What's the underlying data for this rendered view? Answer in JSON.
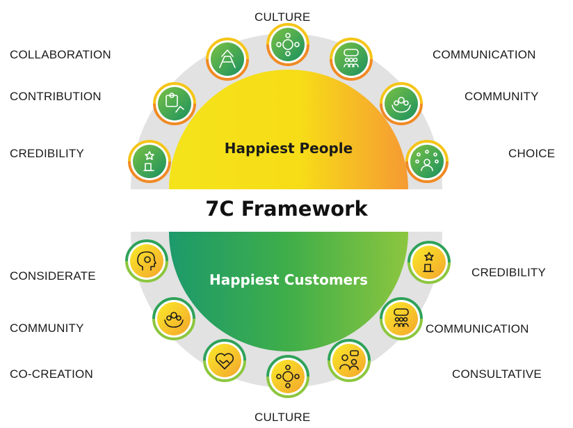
{
  "title": "7C Framework",
  "top_half": {
    "heading": "Happiest People",
    "items": [
      {
        "label": "CULTURE",
        "icon": "network-people-icon"
      },
      {
        "label": "COLLABORATION",
        "icon": "hands-together-icon"
      },
      {
        "label": "COMMUNICATION",
        "icon": "group-chat-icon"
      },
      {
        "label": "CONTRIBUTION",
        "icon": "puzzle-hand-icon"
      },
      {
        "label": "COMMUNITY",
        "icon": "hands-community-icon"
      },
      {
        "label": "CREDIBILITY",
        "icon": "hand-star-icon"
      },
      {
        "label": "CHOICE",
        "icon": "person-choices-icon"
      }
    ]
  },
  "bottom_half": {
    "heading": "Happiest Customers",
    "items": [
      {
        "label": "CONSIDERATE",
        "icon": "head-thought-icon"
      },
      {
        "label": "CREDIBILITY",
        "icon": "hand-star-icon"
      },
      {
        "label": "COMMUNITY",
        "icon": "hands-community-icon"
      },
      {
        "label": "COMMUNICATION",
        "icon": "group-chat-icon"
      },
      {
        "label": "CO-CREATION",
        "icon": "handshake-heart-icon"
      },
      {
        "label": "CONSULTATIVE",
        "icon": "consultation-icon"
      },
      {
        "label": "CULTURE",
        "icon": "network-people-icon"
      }
    ]
  },
  "colors": {
    "ring": "#e3e3e3",
    "green_dark": "#1b9a6a",
    "green_light": "#8cc63f",
    "yellow": "#f7e21a",
    "orange": "#f5a623",
    "heading_top": "#1a1a1a",
    "heading_bottom": "#ffffff"
  }
}
